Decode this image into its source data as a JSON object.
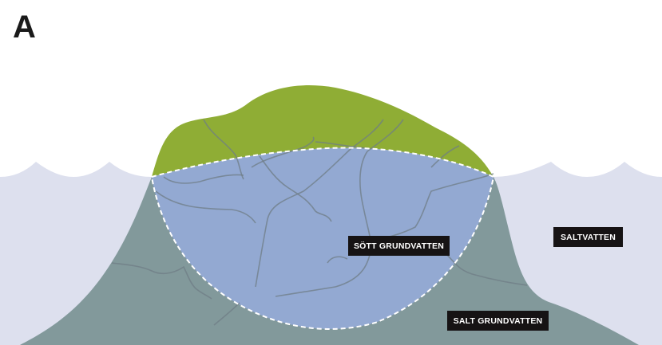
{
  "panel": {
    "letter": "A"
  },
  "labels": {
    "fresh_groundwater": "SÖTT GRUNDVATTEN",
    "saltwater": "SALTVATTEN",
    "salt_groundwater": "SALT GRUNDVATTEN"
  },
  "colors": {
    "background": "#ffffff",
    "sea": "#dde0ee",
    "island_vegetation": "#8fad35",
    "bedrock": "#82999b",
    "fresh_groundwater_lens": "#93a9d2",
    "fractures": "#6f7d86",
    "lens_boundary": "#ffffff",
    "label_background": "#161314",
    "label_text": "#ffffff",
    "panel_letter": "#1a1a1a"
  }
}
